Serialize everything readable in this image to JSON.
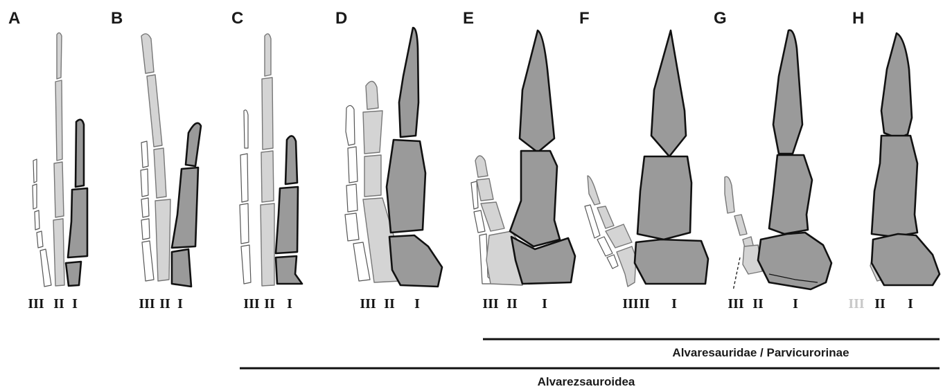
{
  "panels": [
    {
      "letter": "A",
      "digits": [
        "III",
        "II",
        "I"
      ]
    },
    {
      "letter": "B",
      "digits": [
        "III",
        "II",
        "I"
      ]
    },
    {
      "letter": "C",
      "digits": [
        "III",
        "II",
        "I"
      ]
    },
    {
      "letter": "D",
      "digits": [
        "III",
        "II",
        "I"
      ]
    },
    {
      "letter": "E",
      "digits": [
        "III",
        "II",
        "I"
      ]
    },
    {
      "letter": "F",
      "digits": [
        "III",
        "II",
        "I"
      ]
    },
    {
      "letter": "G",
      "digits": [
        "III",
        "II",
        "I"
      ]
    },
    {
      "letter": "H",
      "digits": [
        "III",
        "II",
        "I"
      ]
    }
  ],
  "clades": [
    {
      "name": "Alvaresauridae / Parvicurorinae"
    },
    {
      "name": "Alvarezsauroidea"
    }
  ],
  "colors": {
    "digit_I": "#9a9a9a",
    "digit_II": "#d4d4d4",
    "digit_III": "#ffffff",
    "absent_digit_label": "#c8c8c8"
  }
}
